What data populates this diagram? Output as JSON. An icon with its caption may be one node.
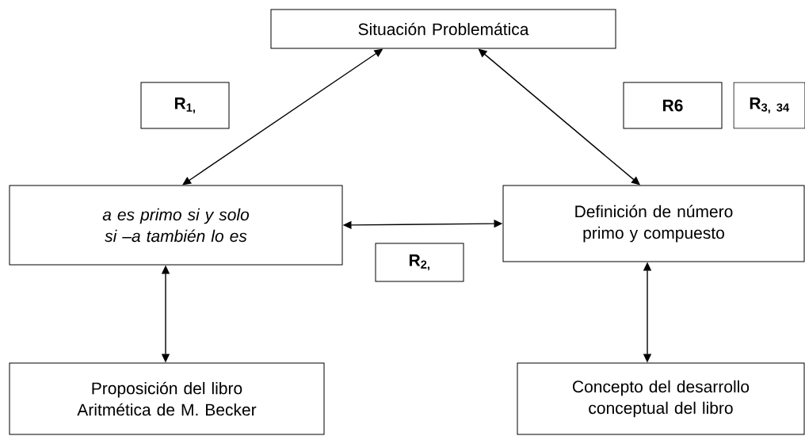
{
  "diagram": {
    "nodes": [
      {
        "text": [
          "Situación Problemática"
        ]
      },
      {
        "text": [
          "R$_{1,}$"
        ]
      },
      {
        "text": [
          "R6"
        ]
      },
      {
        "text": [
          "R$_{3, 34}$"
        ]
      },
      {
        "text": [
          "a es primo si y solo si –a también lo es"
        ]
      },
      {
        "text": [
          "Definición de número primo y compuesto"
        ]
      },
      {
        "text": [
          "R$_{2,}$"
        ]
      },
      {
        "text": [
          "Proposición del libro Aritmética de M. Becker"
        ]
      },
      {
        "text": [
          "Concepto del desarrollo conceptual del libro"
        ]
      }
    ],
    "edges": [
      {
        "from": 0,
        "to": 4,
        "arrow": "both"
      },
      {
        "from": 0,
        "to": 5,
        "arrow": "both"
      },
      {
        "from": 4,
        "to": 5,
        "arrow": "both"
      },
      {
        "from": 4,
        "to": 7,
        "arrow": "both"
      },
      {
        "from": 5,
        "to": 8,
        "arrow": "both"
      }
    ]
  }
}
